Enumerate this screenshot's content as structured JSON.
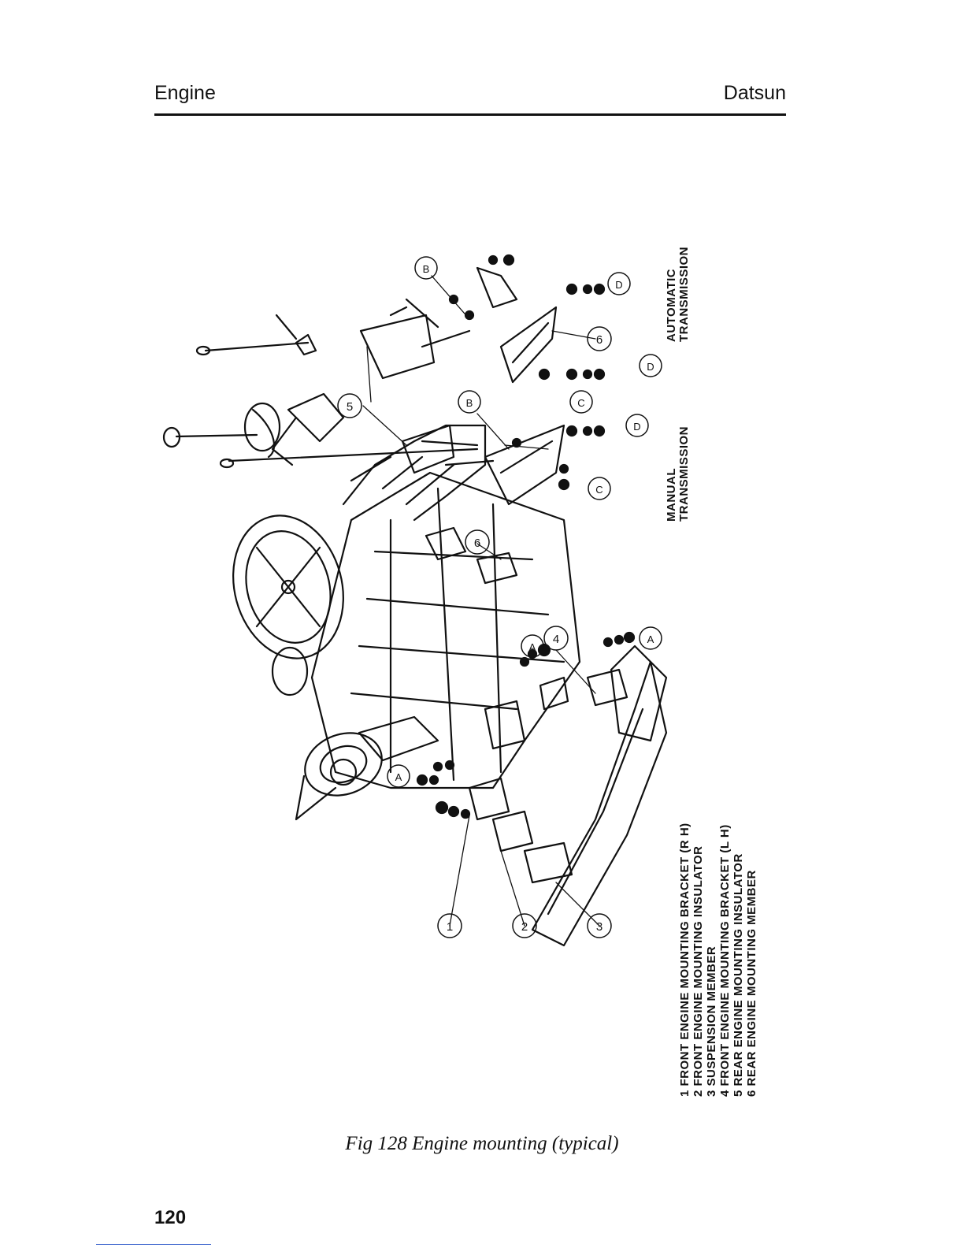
{
  "header": {
    "left": "Engine",
    "right": "Datsun"
  },
  "legend": [
    "1 FRONT ENGINE MOUNTING BRACKET (R H)",
    "2 FRONT ENGINE MOUNTING INSULATOR",
    "3 SUSPENSION MEMBER",
    "4 FRONT ENGINE MOUNTING BRACKET (L H)",
    "5 REAR ENGINE MOUNTING INSULATOR",
    "6 REAR ENGINE MOUNTING MEMBER"
  ],
  "transmission_labels": {
    "manual": [
      "MANUAL",
      "TRANSMISSION"
    ],
    "automatic": [
      "AUTOMATIC",
      "TRANSMISSION"
    ]
  },
  "callouts": {
    "numbers": [
      "1",
      "2",
      "3",
      "4",
      "5",
      "6",
      "6"
    ],
    "letters": [
      "A",
      "A",
      "A",
      "B",
      "B",
      "C",
      "C",
      "D",
      "D",
      "D"
    ]
  },
  "caption": "Fig 128  Engine mounting (typical)",
  "page_number": "120",
  "colors": {
    "ink": "#111111",
    "paper": "#ffffff",
    "footer_rule": "#4a6fd0"
  }
}
